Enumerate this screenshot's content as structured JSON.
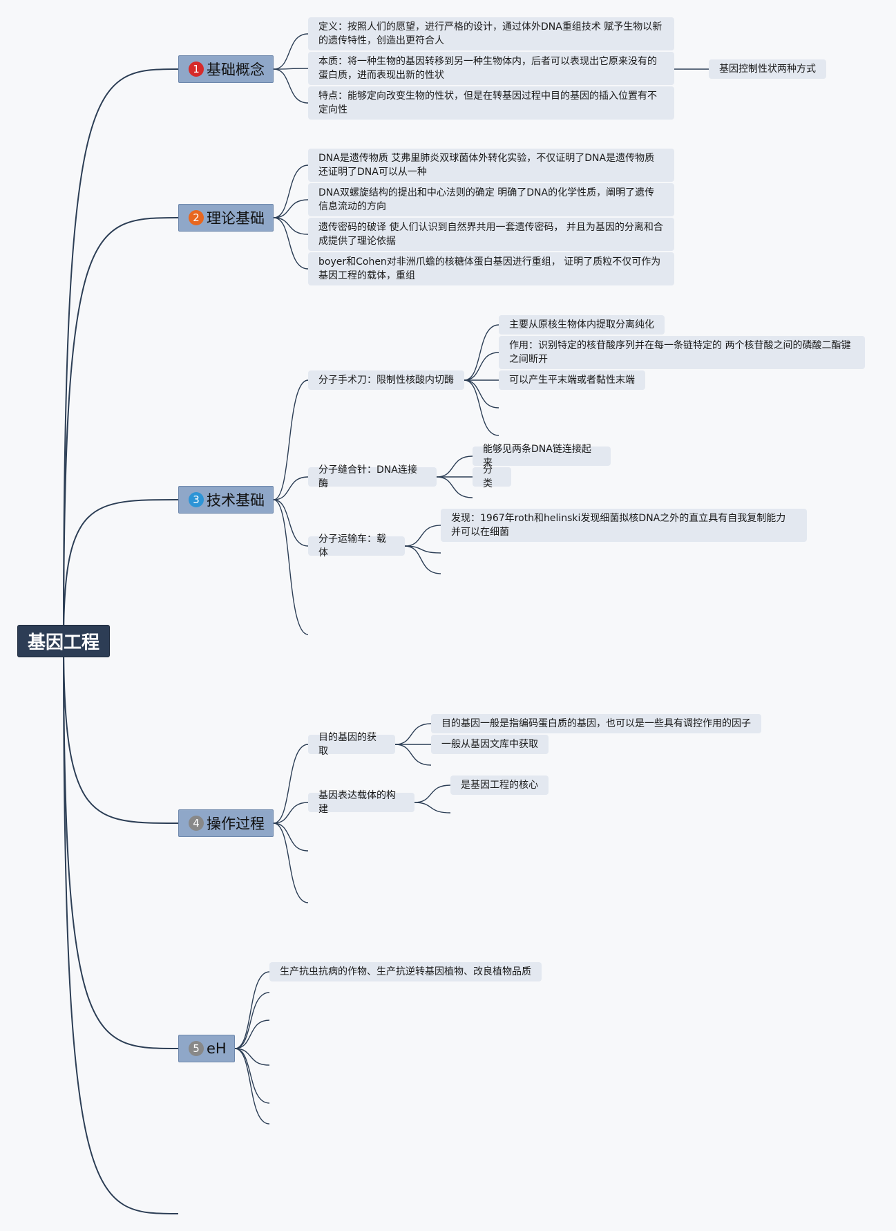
{
  "root": "基因工程",
  "colors": {
    "line": "#2c3e55",
    "badge1": "#d62a2a",
    "badge2": "#e8671f",
    "badge3": "#2d94d6",
    "badge4": "#888888",
    "badge5": "#888888"
  },
  "branches": [
    {
      "num": "1",
      "icon": "number-badge-icon",
      "title": "基础概念",
      "children": [
        "定义：按照人们的愿望，进行严格的设计，通过体外DNA重组技术 赋予生物以新的遗传特性，创造出更符合人",
        "本质：将一种生物的基因转移到另一种生物体内，后者可以表现出它原来没有的蛋白质，进而表现出新的性状",
        "特点：能够定向改变生物的性状，但是在转基因过程中目的基因的插入位置有不定向性"
      ],
      "extra": "基因控制性状两种方式"
    },
    {
      "num": "2",
      "icon": "number-badge-icon",
      "title": "理论基础",
      "children": [
        "DNA是遗传物质 艾弗里肺炎双球菌体外转化实验，不仅证明了DNA是遗传物质还证明了DNA可以从一种",
        "DNA双螺旋结构的提出和中心法则的确定 明确了DNA的化学性质，阐明了遗传信息流动的方向",
        "遗传密码的破译 使人们认识到自然界共用一套遗传密码， 并且为基因的分离和合成提供了理论依据",
        "boyer和Cohen对非洲爪蟾的核糖体蛋白基因进行重组， 证明了质粒不仅可作为基因工程的载体，重组"
      ]
    },
    {
      "num": "3",
      "icon": "number-badge-icon",
      "title": "技术基础",
      "children": [
        {
          "label": "分子手术刀：限制性核酸内切酶",
          "children": [
            "主要从原核生物体内提取分离纯化",
            "作用：识别特定的核苷酸序列并在每一条链特定的 两个核苷酸之间的磷酸二酯键之间断开",
            "可以产生平末端或者黏性末端"
          ]
        },
        {
          "label": "分子缝合针：DNA连接酶",
          "children": [
            "能够见两条DNA链连接起来",
            "分类"
          ]
        },
        {
          "label": "分子运输车：载体",
          "children": [
            "发现：1967年roth和helinski发现细菌拟核DNA之外的直立具有自我复制能力 并可以在细菌"
          ]
        }
      ]
    },
    {
      "num": "4",
      "icon": "number-badge-icon",
      "title": "操作过程",
      "children": [
        {
          "label": "目的基因的获取",
          "children": [
            "目的基因一般是指编码蛋白质的基因，也可以是一些具有调控作用的因子",
            "一般从基因文库中获取"
          ]
        },
        {
          "label": "基因表达载体的构建",
          "children": [
            "是基因工程的核心"
          ]
        }
      ]
    },
    {
      "num": "5",
      "icon": "number-badge-icon",
      "title": "eH",
      "children": [
        "生产抗虫抗病的作物、生产抗逆转基因植物、改良植物品质"
      ]
    }
  ]
}
